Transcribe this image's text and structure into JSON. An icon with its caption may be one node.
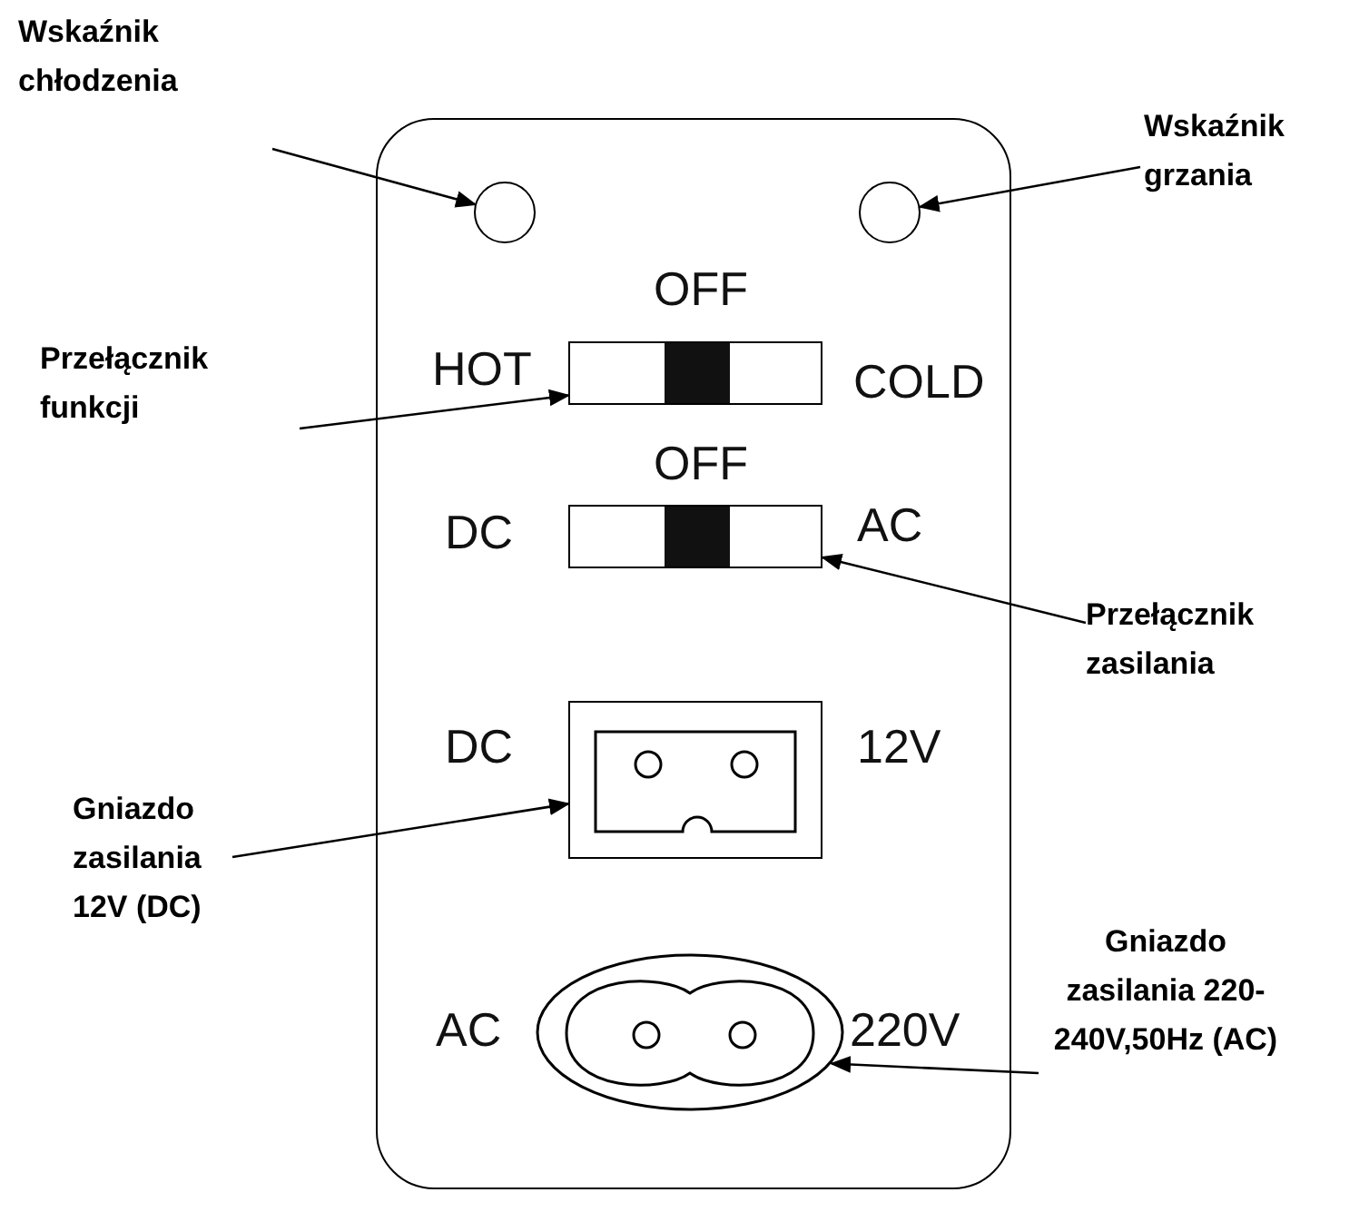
{
  "diagram": {
    "nodes": [
      {
        "text": [
          "Wskaźnik chłodzenia"
        ]
      },
      {
        "text": [],
        "shape": "circle"
      },
      {
        "text": [
          "Wskaźnik grzania"
        ]
      },
      {
        "text": [],
        "shape": "circle"
      },
      {
        "text": [
          "Przełącznik funkcji"
        ]
      },
      {
        "text": [],
        "shape": "box"
      },
      {
        "text": [
          "Przełącznik zasilania"
        ]
      },
      {
        "text": [],
        "shape": "box"
      },
      {
        "text": [
          "Gniazdo zasilania 12V (DC)"
        ]
      },
      {
        "text": [],
        "shape": "box"
      },
      {
        "text": [
          "Gniazdo zasilania 220-240V,50Hz (AC)"
        ]
      },
      {
        "text": [],
        "shape": "oval"
      }
    ],
    "edges": [
      {
        "from": 0,
        "to": 1,
        "arrow": "to"
      },
      {
        "from": 2,
        "to": 3,
        "arrow": "to"
      },
      {
        "from": 4,
        "to": 5,
        "arrow": "to"
      },
      {
        "from": 6,
        "to": 7,
        "arrow": "to"
      },
      {
        "from": 8,
        "to": 9,
        "arrow": "to"
      },
      {
        "from": 10,
        "to": 11,
        "arrow": "to"
      }
    ],
    "labels": [
      "OFF",
      "HOT",
      "COLD",
      "OFF",
      "DC",
      "AC",
      "DC",
      "12V",
      "AC",
      "220V"
    ]
  }
}
